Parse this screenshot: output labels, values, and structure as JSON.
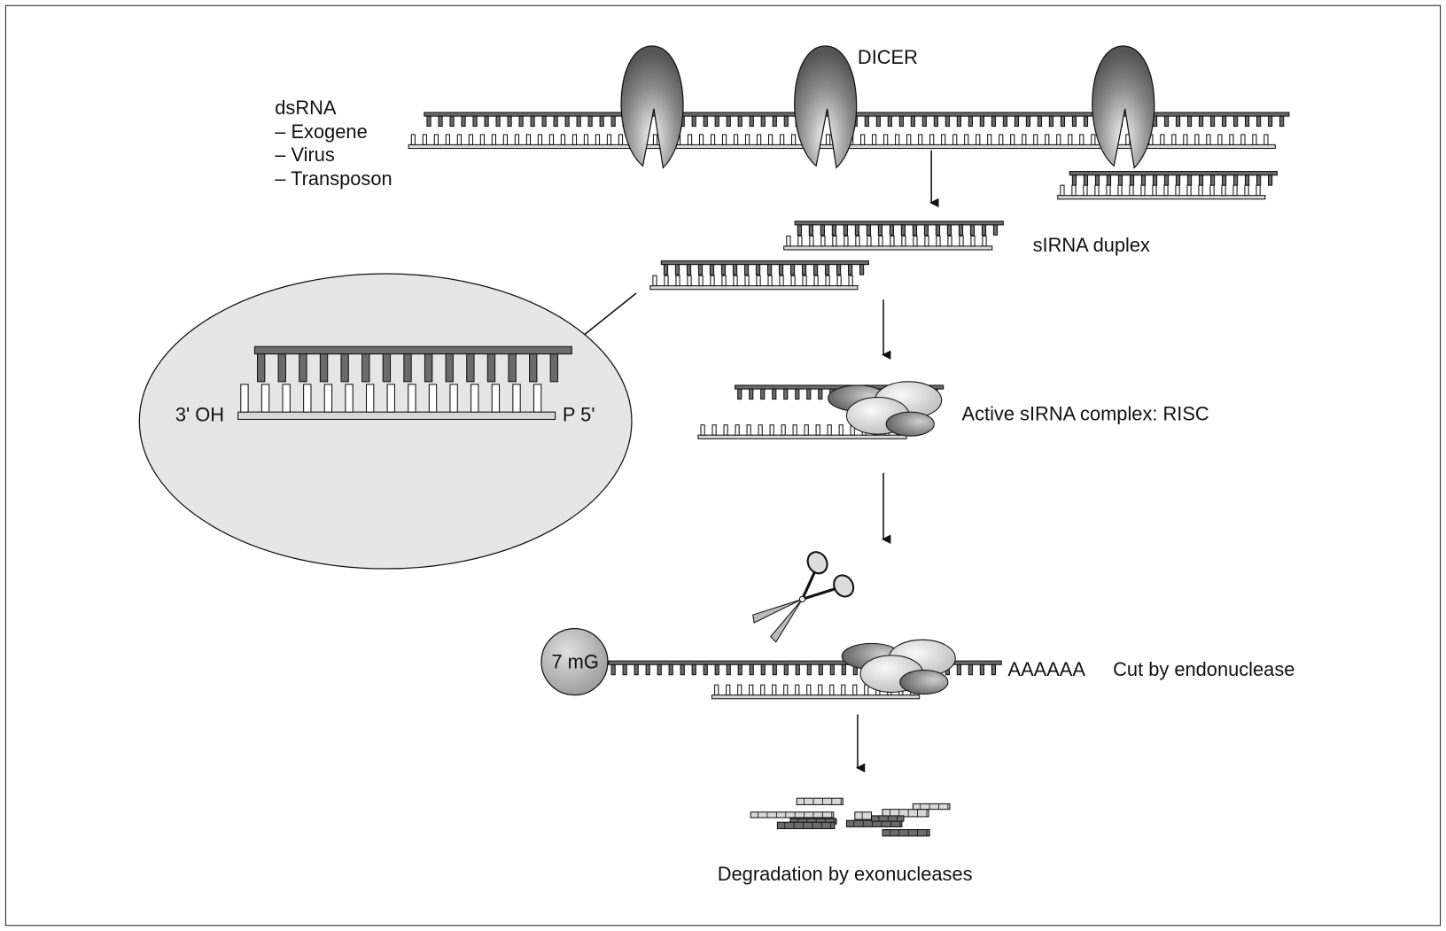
{
  "labels": {
    "dsrna": "dsRNA",
    "sources": [
      "– Exogene",
      "– Virus",
      "– Transposon"
    ],
    "dicer": "DICER",
    "sirna_duplex": "sIRNA duplex",
    "three_prime": "3' OH",
    "five_prime": "P 5'",
    "risc": "Active sIRNA complex: RISC",
    "cap": "7 mG",
    "polya": "AAAAAA",
    "cut": "Cut by endonuclease",
    "degradation": "Degradation by exonucleases"
  },
  "colors": {
    "dark_strand": "#6b6b6b",
    "light_strand": "#d8d8d8",
    "zoom_ellipse": "#e6e6e6"
  }
}
